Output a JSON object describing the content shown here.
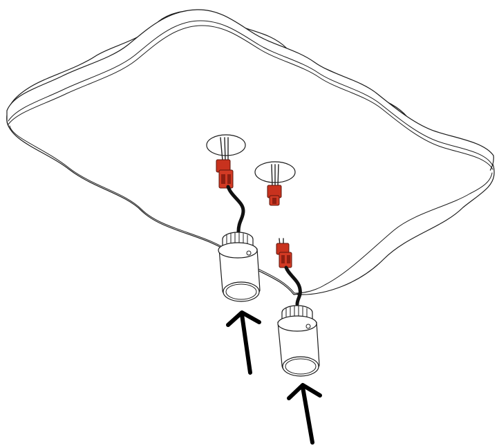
{
  "figure": {
    "kind": "installation-illustration",
    "components": [
      "ceiling-panel",
      "ceiling-hole-left",
      "ceiling-hole-right",
      "connector-left",
      "connector-right",
      "spotlight-left",
      "spotlight-right",
      "arrow-left",
      "arrow-right"
    ],
    "colors": {
      "connector": "#c8321e",
      "connector-dark": "#8e1f12",
      "cable": "#111111",
      "outline": "#1a1a1a",
      "arrow": "#000000"
    }
  }
}
